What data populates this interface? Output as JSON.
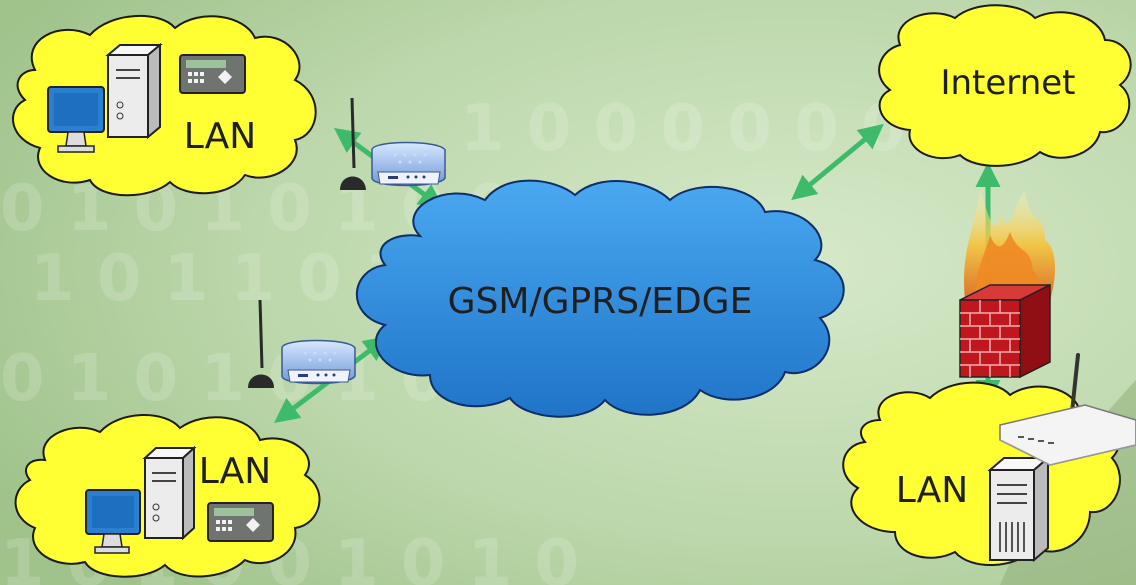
{
  "clouds": {
    "lan_top_left": "LAN",
    "lan_bottom_left": "LAN",
    "lan_bottom_right": "LAN",
    "internet": "Internet",
    "gsm": "GSM/GPRS/EDGE"
  },
  "background_digits": [
    "1 0 0 0 0 0 0 1",
    "0 1 0 1 0 1 0 0",
    "1 0 1 1 0 1 0 0",
    "0 1 0 1 0 1 0 1",
    "1 0 1 0 0 1 0 1 0"
  ],
  "colors": {
    "background": "#b7d1a6",
    "lan_cloud": "#ffff33",
    "gsm_cloud": "#2f8fe0",
    "arrow": "#3dbb6a",
    "firewall_brick": "#c0171f"
  },
  "icons": [
    "computer-icon",
    "server-icon",
    "keypad-device-icon",
    "modem-icon",
    "antenna-icon",
    "firewall-icon",
    "router-icon"
  ]
}
